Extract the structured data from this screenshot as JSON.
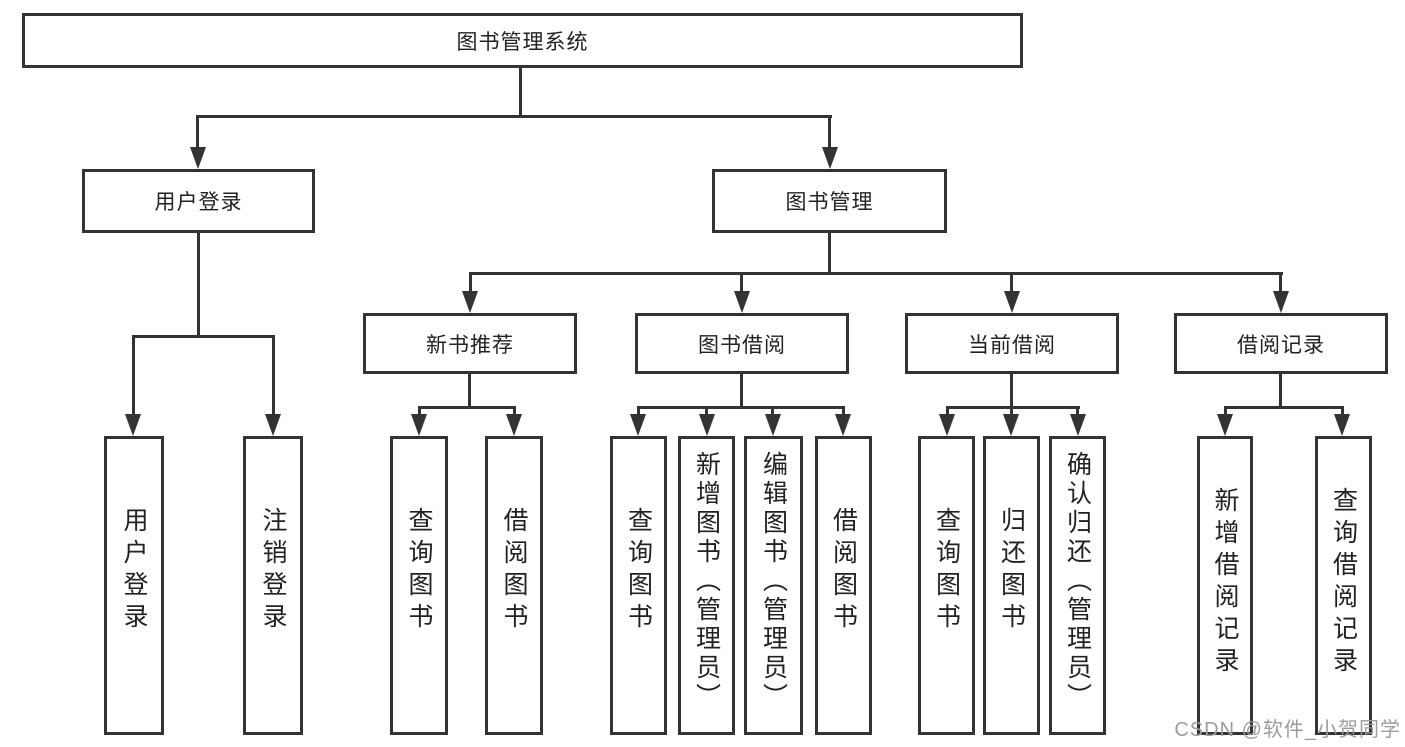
{
  "tree": {
    "root": {
      "label": "图书管理系统"
    },
    "branches": [
      {
        "label": "用户登录",
        "children": [
          {
            "label": "用户登录"
          },
          {
            "label": "注销登录"
          }
        ]
      },
      {
        "label": "图书管理",
        "children": [
          {
            "label": "新书推荐",
            "children": [
              {
                "label": "查询图书"
              },
              {
                "label": "借阅图书"
              }
            ]
          },
          {
            "label": "图书借阅",
            "children": [
              {
                "label": "查询图书"
              },
              {
                "label": "新增图书（管理员）"
              },
              {
                "label": "编辑图书（管理员）"
              },
              {
                "label": "借阅图书"
              }
            ]
          },
          {
            "label": "当前借阅",
            "children": [
              {
                "label": "查询图书"
              },
              {
                "label": "归还图书"
              },
              {
                "label": "确认归还（管理员）"
              }
            ]
          },
          {
            "label": "借阅记录",
            "children": [
              {
                "label": "新增借阅记录"
              },
              {
                "label": "查询借阅记录"
              }
            ]
          }
        ]
      }
    ]
  },
  "watermark": {
    "text": "CSDN @软件_小贺同学"
  },
  "colors": {
    "line": "#333333",
    "text": "#222222",
    "watermark": "#9c9c9c",
    "background": "#ffffff"
  }
}
